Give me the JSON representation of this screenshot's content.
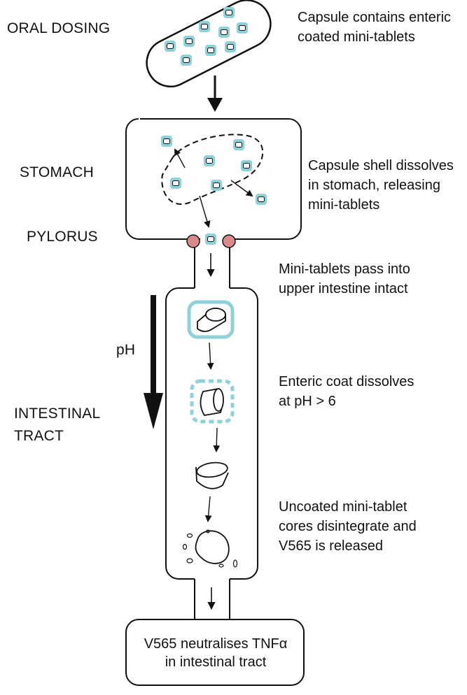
{
  "stages": {
    "oral_dosing": "ORAL DOSING",
    "stomach": "STOMACH",
    "pylorus": "PYLORUS",
    "intestinal_line1": "INTESTINAL",
    "intestinal_line2": "TRACT",
    "ph": "pH"
  },
  "descriptions": {
    "capsule_line1": "Capsule contains enteric",
    "capsule_line2": "coated mini-tablets",
    "stomach_line1": "Capsule shell dissolves",
    "stomach_line2": "in stomach, releasing",
    "stomach_line3": "mini-tablets",
    "pass_line1": "Mini-tablets pass into",
    "pass_line2": "upper intestine intact",
    "coat_line1": "Enteric coat dissolves",
    "coat_line2": "at pH > 6",
    "core_line1": "Uncoated mini-tablet",
    "core_line2": "cores disintegrate and",
    "core_line3": "V565 is released"
  },
  "final": {
    "line1": "V565 neutralises TNFα",
    "line2": "in intestinal tract"
  },
  "colors": {
    "coating": "#8fd1d8",
    "pylorus_valve": "#d98a8a",
    "stroke": "#111111"
  }
}
